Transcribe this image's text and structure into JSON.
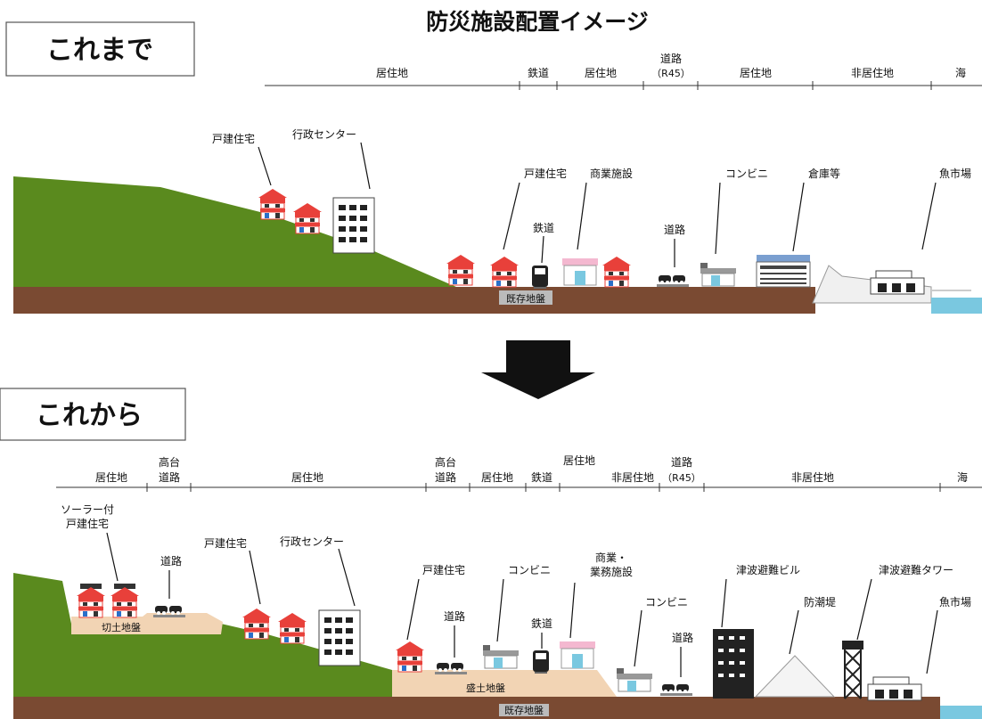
{
  "title": "防災施設配置イメージ",
  "before": {
    "heading": "これまで",
    "zones": [
      "居住地",
      "鉄道",
      "居住地",
      "道路",
      "（R45）",
      "居住地",
      "非居住地",
      "海"
    ],
    "labels": {
      "house_hill": "戸建住宅",
      "admin_center": "行政センター",
      "house_low": "戸建住宅",
      "commercial": "商業施設",
      "railway": "鉄道",
      "road": "道路",
      "convenience": "コンビニ",
      "warehouse": "倉庫等",
      "fish_market": "魚市場",
      "ground": "既存地盤"
    }
  },
  "after": {
    "heading": "これから",
    "zones": [
      "居住地",
      "高台",
      "道路",
      "居住地",
      "高台",
      "道路",
      "居住地",
      "鉄道",
      "居住地",
      "非居住地",
      "道路",
      "（R45）",
      "非居住地",
      "海"
    ],
    "labels": {
      "solar_house_1": "ソーラー付",
      "solar_house_2": "戸建住宅",
      "road_top": "道路",
      "house_mid": "戸建住宅",
      "admin_center": "行政センター",
      "cut_ground": "切土地盤",
      "house_low": "戸建住宅",
      "road_low": "道路",
      "convenience_1": "コンビニ",
      "commercial_1": "商業・",
      "commercial_2": "業務施設",
      "railway": "鉄道",
      "fill_ground": "盛土地盤",
      "convenience_2": "コンビニ",
      "road_r45": "道路",
      "tsunami_building": "津波避難ビル",
      "seawall": "防潮堤",
      "tsunami_tower": "津波避難タワー",
      "fish_market": "魚市場",
      "existing_ground": "既存地盤"
    }
  },
  "colors": {
    "hill": "#5a8a1e",
    "soil": "#7a4a32",
    "fill": "#f2d4b4",
    "sea": "#7ac8e0",
    "roof": "#e8403a",
    "wall_pink": "#f4b8d0"
  }
}
